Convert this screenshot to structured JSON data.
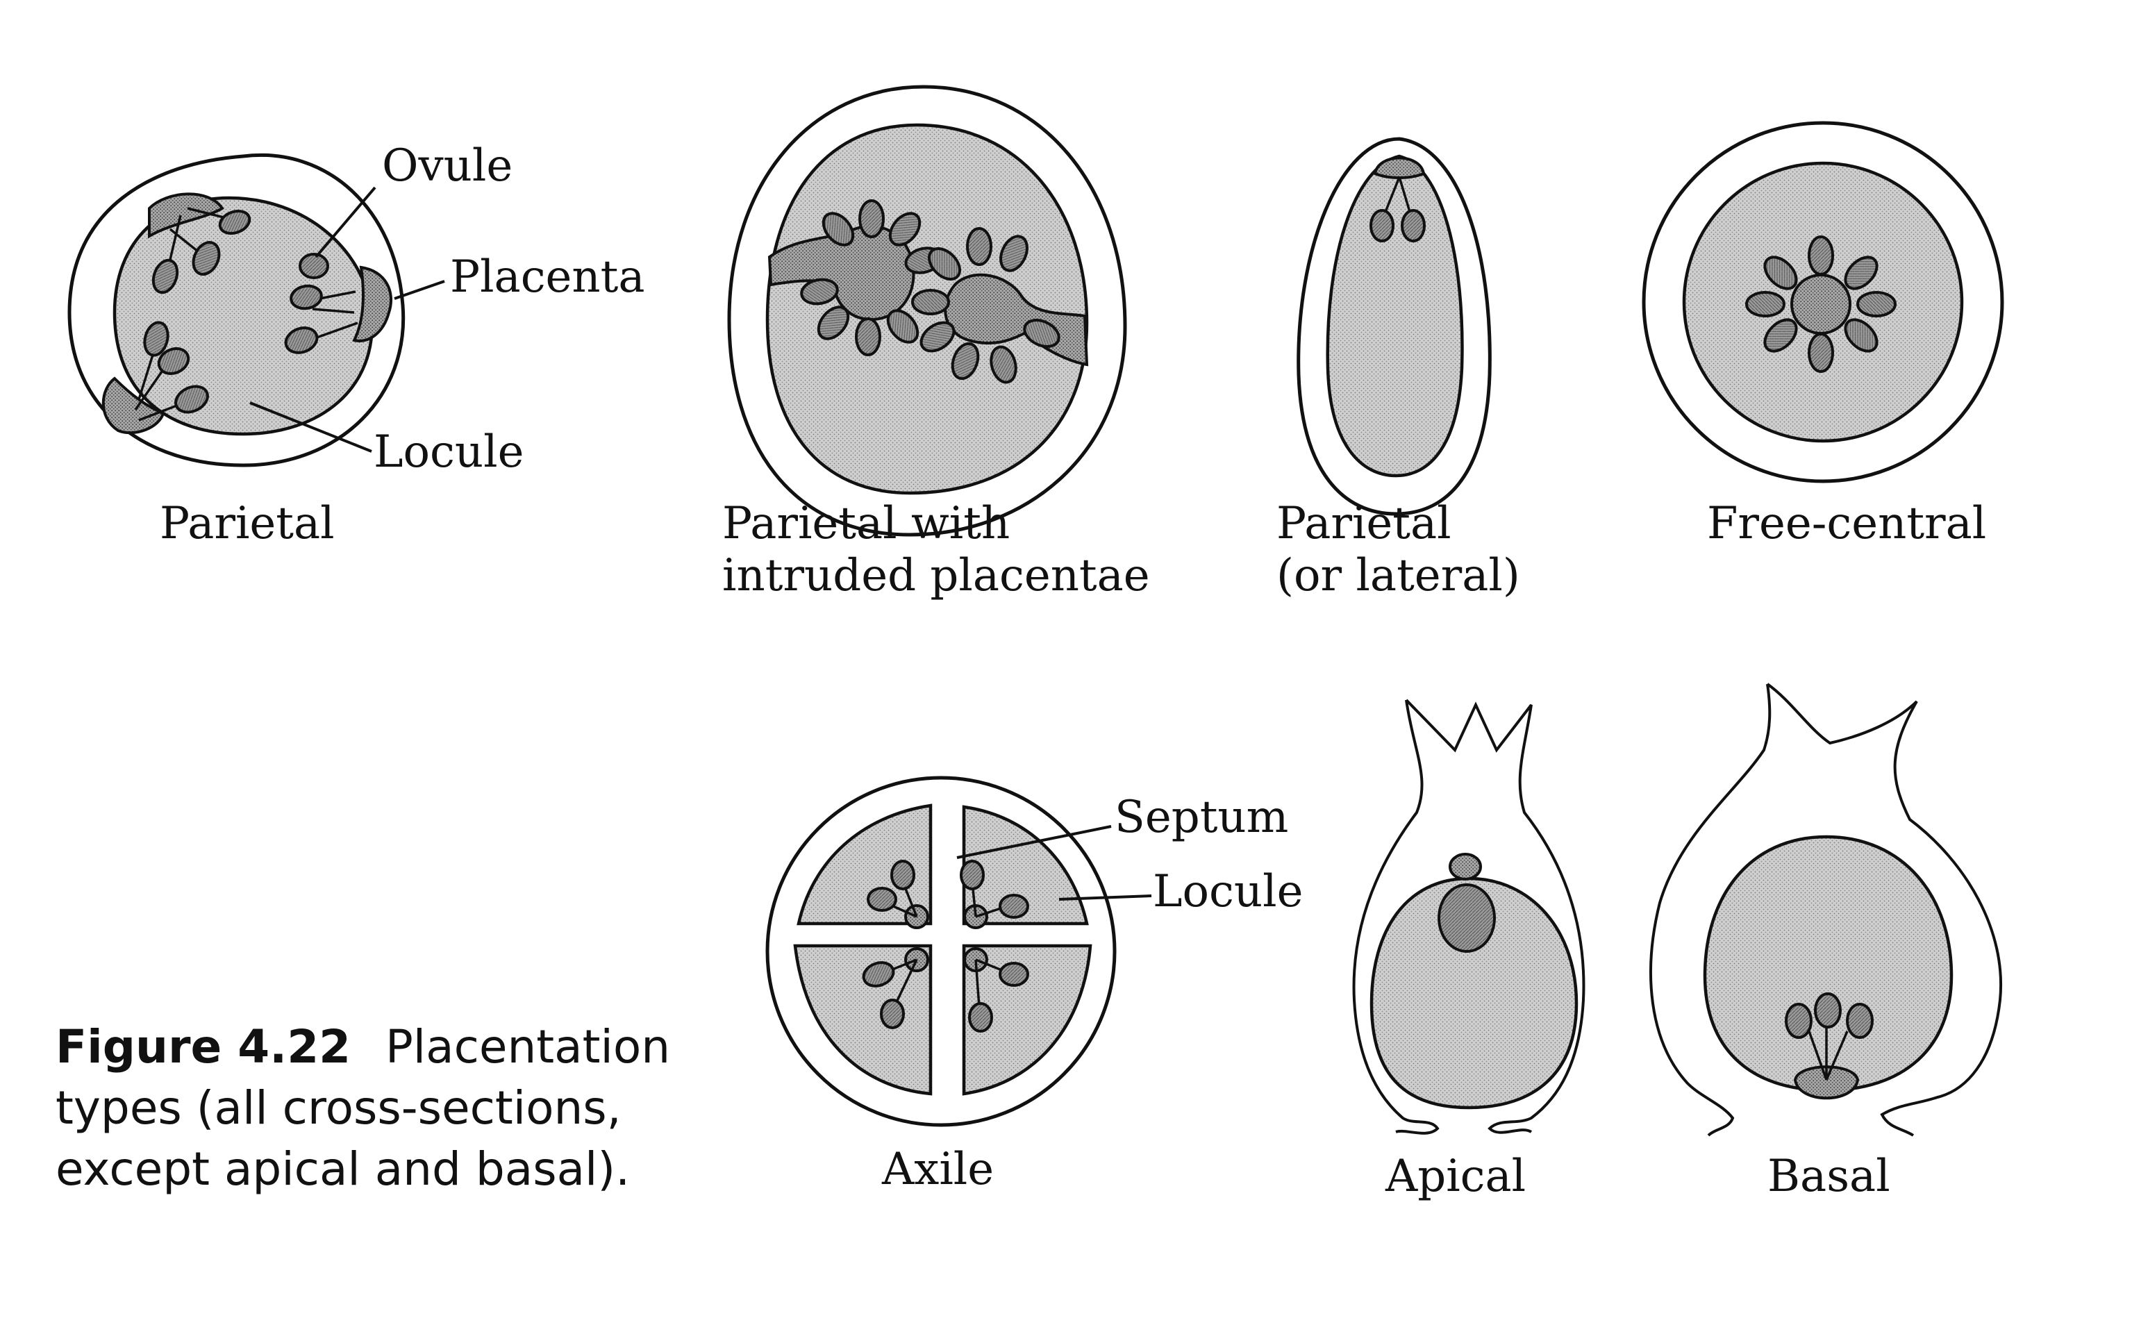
{
  "figure": {
    "number": "Figure 4.22",
    "caption_lines": [
      "Placentation",
      "types (all cross-sections,",
      "except apical and basal)."
    ]
  },
  "panels": {
    "parietal": {
      "title": "Parietal",
      "callouts": {
        "ovule": "Ovule",
        "placenta": "Placenta",
        "locule": "Locule"
      }
    },
    "parietal_intruded": {
      "title_lines": [
        "Parietal with",
        "intruded placentae"
      ]
    },
    "parietal_lateral": {
      "title_lines": [
        "Parietal",
        "(or lateral)"
      ]
    },
    "free_central": {
      "title": "Free-central"
    },
    "axile": {
      "title": "Axile",
      "callouts": {
        "septum": "Septum",
        "locule": "Locule"
      }
    },
    "apical": {
      "title": "Apical"
    },
    "basal": {
      "title": "Basal"
    }
  },
  "colors": {
    "line": "#111111",
    "fill_light": "#c9c9c9",
    "fill_dark": "#8e8e8e"
  }
}
